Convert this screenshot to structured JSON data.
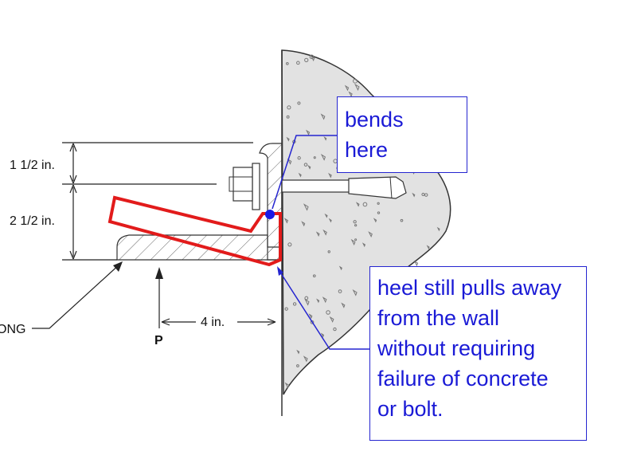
{
  "dimensions": {
    "top_height": "1 1/2 in.",
    "lower_height": "2 1/2 in.",
    "distance": "4 in.",
    "load_label": "P",
    "angle_label": "ONG"
  },
  "callouts": {
    "bend": {
      "lines": [
        "bends",
        "here"
      ]
    },
    "heel": {
      "lines": [
        "heel still pulls away",
        "from the wall",
        "without requiring",
        "failure of concrete",
        "or bolt."
      ]
    }
  },
  "colors": {
    "deformed_outline": "#e21b1b",
    "callout": "#2525d0",
    "bend_point": "#1a1ae6",
    "concrete_fill": "#e2e2e2"
  }
}
